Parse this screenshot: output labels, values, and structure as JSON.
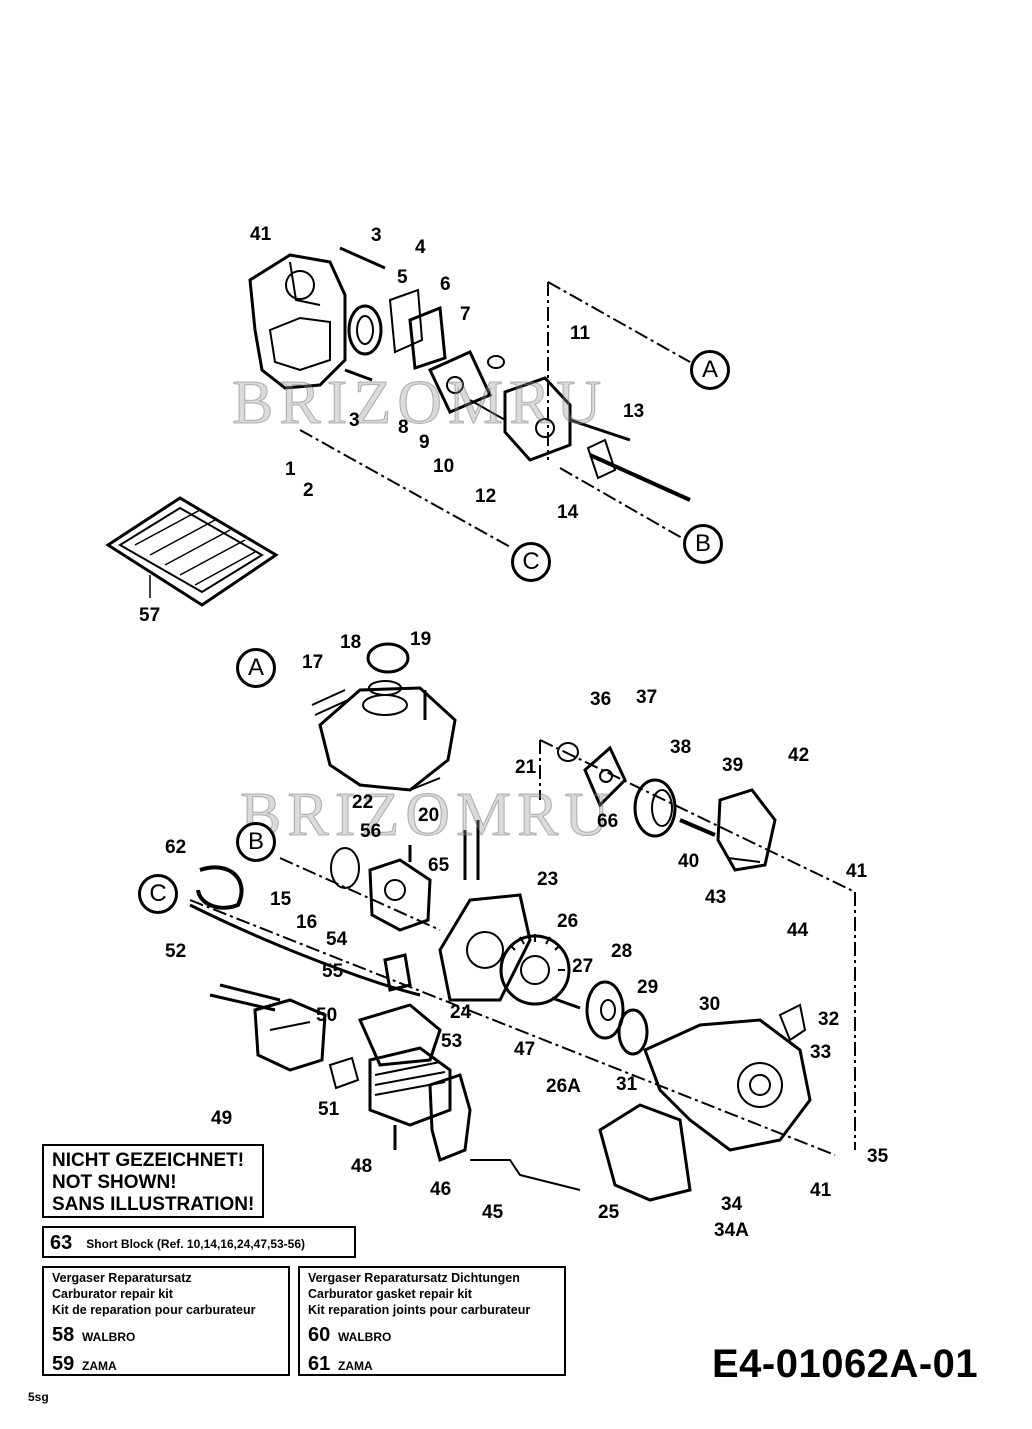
{
  "watermarks": [
    "BRIZOMRU",
    "BRIZOMRU"
  ],
  "reference_circles": [
    {
      "id": "A1",
      "label": "A"
    },
    {
      "id": "B1",
      "label": "B"
    },
    {
      "id": "C1",
      "label": "C"
    },
    {
      "id": "A2",
      "label": "A"
    },
    {
      "id": "B2",
      "label": "B"
    },
    {
      "id": "C2",
      "label": "C"
    }
  ],
  "callouts": [
    {
      "id": "c41a",
      "label": "41"
    },
    {
      "id": "c3a",
      "label": "3"
    },
    {
      "id": "c4",
      "label": "4"
    },
    {
      "id": "c5",
      "label": "5"
    },
    {
      "id": "c6",
      "label": "6"
    },
    {
      "id": "c7",
      "label": "7"
    },
    {
      "id": "c11",
      "label": "11"
    },
    {
      "id": "c3b",
      "label": "3"
    },
    {
      "id": "c8",
      "label": "8"
    },
    {
      "id": "c9",
      "label": "9"
    },
    {
      "id": "c10",
      "label": "10"
    },
    {
      "id": "c13",
      "label": "13"
    },
    {
      "id": "c1",
      "label": "1"
    },
    {
      "id": "c2",
      "label": "2"
    },
    {
      "id": "c12",
      "label": "12"
    },
    {
      "id": "c14",
      "label": "14"
    },
    {
      "id": "c57",
      "label": "57"
    },
    {
      "id": "c17",
      "label": "17"
    },
    {
      "id": "c18",
      "label": "18"
    },
    {
      "id": "c19",
      "label": "19"
    },
    {
      "id": "c36",
      "label": "36"
    },
    {
      "id": "c37",
      "label": "37"
    },
    {
      "id": "c38",
      "label": "38"
    },
    {
      "id": "c39",
      "label": "39"
    },
    {
      "id": "c42",
      "label": "42"
    },
    {
      "id": "c21",
      "label": "21"
    },
    {
      "id": "c22",
      "label": "22"
    },
    {
      "id": "c20",
      "label": "20"
    },
    {
      "id": "c66",
      "label": "66"
    },
    {
      "id": "c56",
      "label": "56"
    },
    {
      "id": "c62",
      "label": "62"
    },
    {
      "id": "c65",
      "label": "65"
    },
    {
      "id": "c40",
      "label": "40"
    },
    {
      "id": "c41b",
      "label": "41"
    },
    {
      "id": "c15",
      "label": "15"
    },
    {
      "id": "c23",
      "label": "23"
    },
    {
      "id": "c43",
      "label": "43"
    },
    {
      "id": "c16",
      "label": "16"
    },
    {
      "id": "c26",
      "label": "26"
    },
    {
      "id": "c44",
      "label": "44"
    },
    {
      "id": "c54",
      "label": "54"
    },
    {
      "id": "c28",
      "label": "28"
    },
    {
      "id": "c52",
      "label": "52"
    },
    {
      "id": "c27",
      "label": "27"
    },
    {
      "id": "c55",
      "label": "55"
    },
    {
      "id": "c29",
      "label": "29"
    },
    {
      "id": "c24",
      "label": "24"
    },
    {
      "id": "c30",
      "label": "30"
    },
    {
      "id": "c50",
      "label": "50"
    },
    {
      "id": "c32",
      "label": "32"
    },
    {
      "id": "c53",
      "label": "53"
    },
    {
      "id": "c47",
      "label": "47"
    },
    {
      "id": "c33",
      "label": "33"
    },
    {
      "id": "c26a",
      "label": "26A"
    },
    {
      "id": "c31",
      "label": "31"
    },
    {
      "id": "c49",
      "label": "49"
    },
    {
      "id": "c51",
      "label": "51"
    },
    {
      "id": "c35",
      "label": "35"
    },
    {
      "id": "c48",
      "label": "48"
    },
    {
      "id": "c46",
      "label": "46"
    },
    {
      "id": "c41c",
      "label": "41"
    },
    {
      "id": "c34",
      "label": "34"
    },
    {
      "id": "c34a",
      "label": "34A"
    },
    {
      "id": "c45",
      "label": "45"
    },
    {
      "id": "c25",
      "label": "25"
    }
  ],
  "not_shown": {
    "lines": [
      "NICHT GEZEICHNET!",
      "NOT SHOWN!",
      "SANS ILLUSTRATION!"
    ]
  },
  "short_block": {
    "number": "63",
    "text": "Short Block (Ref. 10,14,16,24,47,53-56)"
  },
  "carb_repair_kit": {
    "header": [
      "Vergaser Reparatursatz",
      "Carburator repair kit",
      "Kit de reparation pour carburateur"
    ],
    "items": [
      {
        "number": "58",
        "brand": "WALBRO"
      },
      {
        "number": "59",
        "brand": "ZAMA"
      }
    ]
  },
  "carb_gasket_kit": {
    "header": [
      "Vergaser Reparatursatz Dichtungen",
      "Carburator gasket repair kit",
      "Kit reparation joints pour carburateur"
    ],
    "items": [
      {
        "number": "60",
        "brand": "WALBRO"
      },
      {
        "number": "61",
        "brand": "ZAMA"
      }
    ]
  },
  "diagram_code": "E4-01062A-01",
  "figure_tag": "5sg"
}
